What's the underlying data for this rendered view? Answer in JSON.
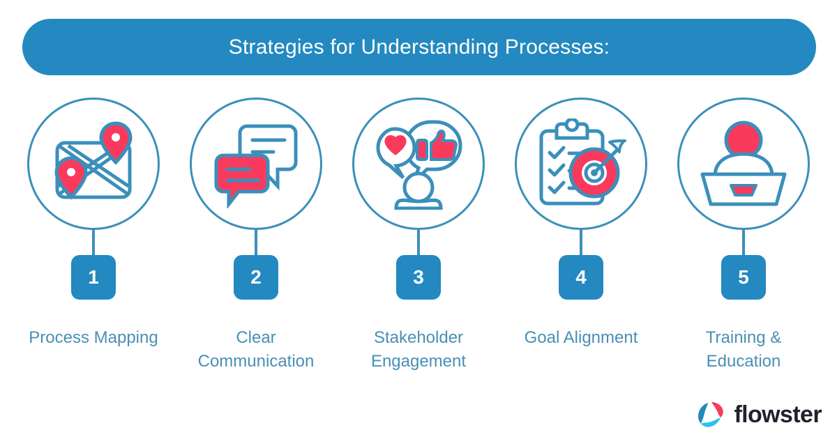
{
  "banner": {
    "title": "Strategies for Understanding Processes:",
    "background_color": "#2389c0",
    "text_color": "#ffffff"
  },
  "theme": {
    "blue": "#2389c0",
    "circle_stroke": "#3b8fba",
    "accent_red": "#f93a5c",
    "label_color": "#4a8fb5",
    "background": "#ffffff"
  },
  "steps": [
    {
      "number": "1",
      "label": "Process Mapping",
      "icon": "map-pins-icon"
    },
    {
      "number": "2",
      "label": "Clear Communication",
      "icon": "speech-bubbles-icon"
    },
    {
      "number": "3",
      "label": "Stakeholder Engagement",
      "icon": "person-reactions-icon"
    },
    {
      "number": "4",
      "label": "Goal Alignment",
      "icon": "clipboard-target-icon"
    },
    {
      "number": "5",
      "label": "Training & Education",
      "icon": "presenter-podium-icon"
    }
  ],
  "logo": {
    "name": "flowster",
    "mark": "flowster-logo-mark"
  }
}
